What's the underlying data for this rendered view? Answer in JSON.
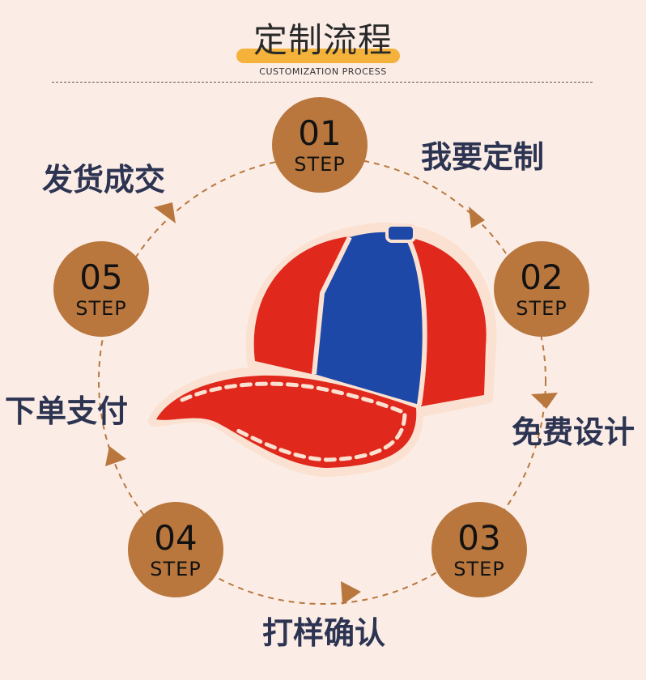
{
  "header": {
    "title": "定制流程",
    "subtitle": "CUSTOMIZATION PROCESS"
  },
  "steps": [
    {
      "number": "01",
      "word": "STEP",
      "label": "我要定制"
    },
    {
      "number": "02",
      "word": "STEP",
      "label": "免费设计"
    },
    {
      "number": "03",
      "word": "STEP",
      "label": "打样确认"
    },
    {
      "number": "04",
      "word": "STEP",
      "label": "下单支付"
    },
    {
      "number": "05",
      "word": "STEP",
      "label": "发货成交"
    }
  ],
  "colors": {
    "background": "#fbede6",
    "step_circle": "#b9773e",
    "title_bar": "#f4b23a",
    "label_text": "#2d3452",
    "cap_red": "#e0281c",
    "cap_blue": "#1d48a8"
  },
  "illustration": "baseball-cap"
}
